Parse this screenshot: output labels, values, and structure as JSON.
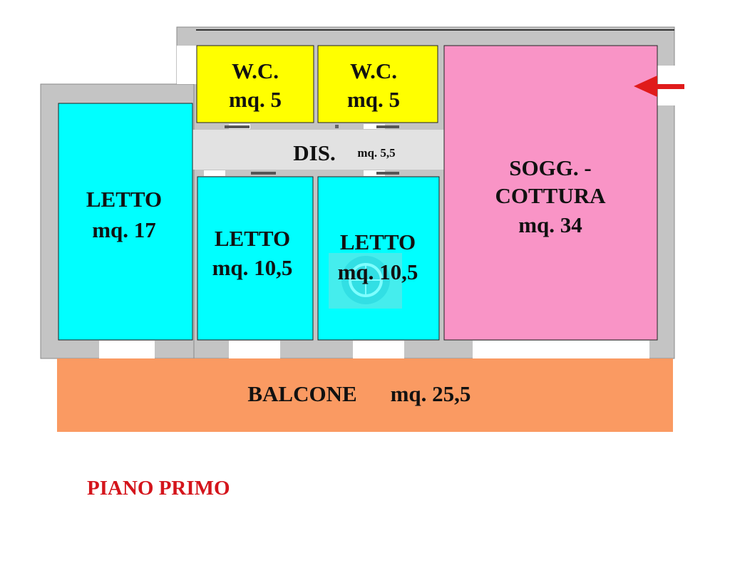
{
  "title": "PIANO PRIMO",
  "rooms": {
    "letto_large": {
      "name": "LETTO",
      "area": "mq. 17"
    },
    "wc1": {
      "name": "W.C.",
      "area": "mq. 5"
    },
    "wc2": {
      "name": "W.C.",
      "area": "mq. 5"
    },
    "dis": {
      "name": "DIS.",
      "area": "mq. 5,5"
    },
    "letto_mid": {
      "name": "LETTO",
      "area": "mq. 10,5"
    },
    "letto_right": {
      "name": "LETTO",
      "area": "mq. 10,5"
    },
    "soggiorno": {
      "name_line1": "SOGG. -",
      "name_line2": "COTTURA",
      "area": "mq. 34"
    },
    "balcone": {
      "name": "BALCONE",
      "area": "mq. 25,5"
    }
  },
  "colors": {
    "bedroom": "#00ffff",
    "wc": "#ffff00",
    "corridor": "#e2e2e2",
    "living": "#f994c6",
    "balcony": "#fa9a62",
    "wall": "#c4c4c4",
    "arrow": "#e01b1b",
    "title": "#d4141b"
  },
  "icons": {
    "entrance": "entrance-arrow-icon",
    "watermark": "globe-watermark-icon"
  }
}
